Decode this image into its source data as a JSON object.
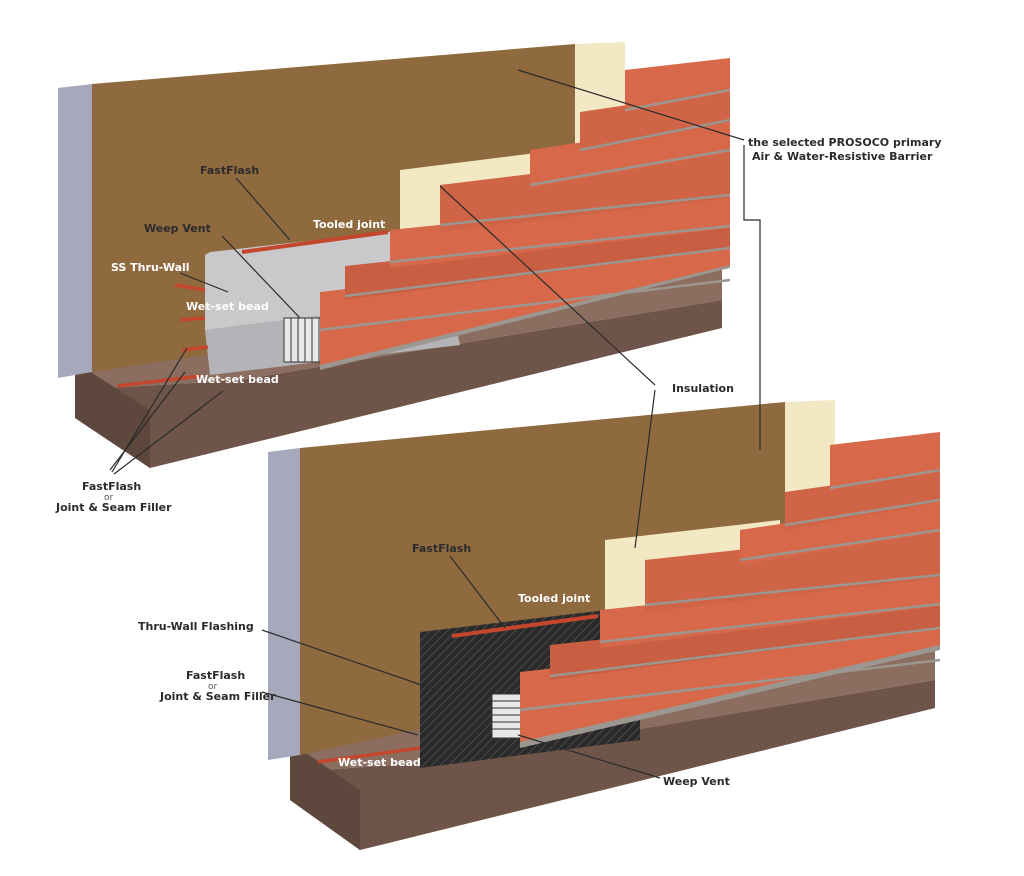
{
  "colors": {
    "sheathing": "#8f6a3e",
    "sheathing_dark": "#7d5a33",
    "stud": "#a6a8bb",
    "stud_dark": "#8c8ea3",
    "foundation_top": "#8b6e60",
    "foundation_side": "#6f5549",
    "insulation": "#f3e8c4",
    "brick": "#d7694a",
    "brick_dark": "#b4543a",
    "mortar": "#9c9690",
    "fastflash": "#c4462c",
    "flashing_metal": "#c9c9cb",
    "flashing_fabric": "#2f2f2f",
    "weep": "#e8e8e8",
    "text": "#2b2b2b"
  },
  "labels": {
    "barrier_line1": "the selected PROSOCO primary",
    "barrier_line2": "Air & Water-Resistive Barrier",
    "insulation": "Insulation",
    "top": {
      "fastflash": "FastFlash",
      "weep_vent": "Weep Vent",
      "tooled_joint": "Tooled joint",
      "ss_thru_wall": "SS Thru-Wall",
      "wet_set_bead_1": "Wet-set bead",
      "wet_set_bead_2": "Wet-set bead",
      "fastflash_or_1": "FastFlash",
      "fastflash_or_2": "or",
      "fastflash_or_3": "Joint & Seam Filler"
    },
    "bottom": {
      "fastflash": "FastFlash",
      "tooled_joint": "Tooled joint",
      "thru_wall_flashing": "Thru-Wall Flashing",
      "fastflash_or_1": "FastFlash",
      "fastflash_or_2": "or",
      "fastflash_or_3": "Joint & Seam Filler",
      "wet_set_bead": "Wet-set bead",
      "weep_vent": "Weep Vent"
    }
  }
}
